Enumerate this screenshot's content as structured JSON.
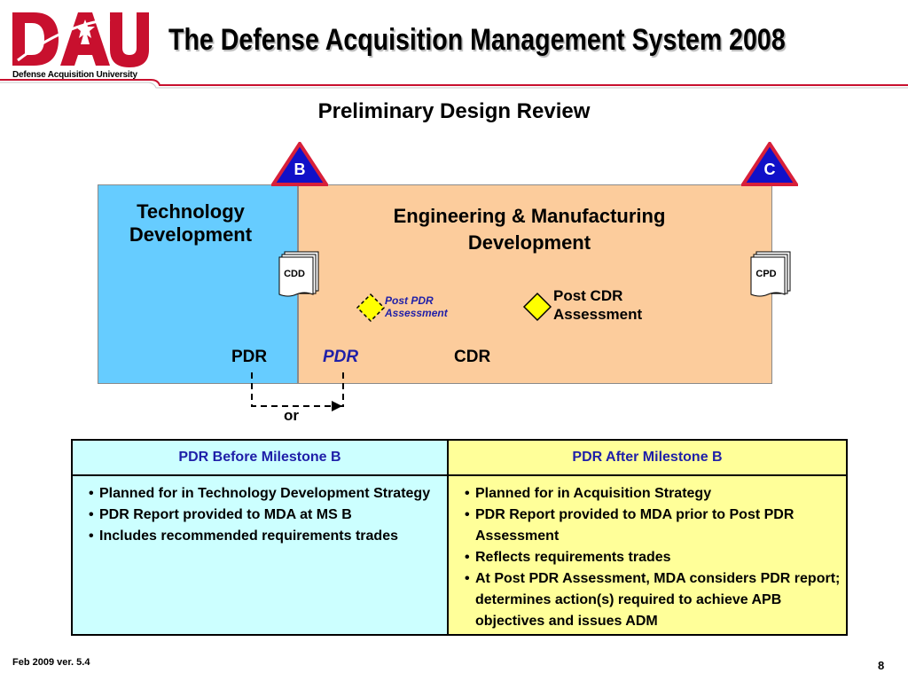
{
  "header": {
    "logo_text": "DAU",
    "logo_subtitle": "Defense Acquisition University",
    "title": "The Defense Acquisition Management System 2008"
  },
  "subtitle": "Preliminary Design Review",
  "diagram": {
    "phases": {
      "technology_development": [
        "Technology",
        "Development"
      ],
      "emd": [
        "Engineering & Manufacturing",
        "Development"
      ]
    },
    "milestones": {
      "b": "B",
      "c": "C"
    },
    "documents": {
      "cdd": "CDD",
      "cpd": "CPD"
    },
    "post_pdr_assessment": [
      "Post PDR",
      "Assessment"
    ],
    "post_cdr_assessment": [
      "Post CDR",
      "Assessment"
    ],
    "reviews": {
      "pdr_left": "PDR",
      "pdr_right": "PDR",
      "cdr": "CDR"
    },
    "or_label": "or"
  },
  "table": {
    "before": {
      "header": "PDR Before Milestone B",
      "bullets": [
        "Planned for in Technology Development Strategy",
        "PDR Report provided to MDA at MS B",
        "Includes recommended requirements trades"
      ]
    },
    "after": {
      "header": "PDR After Milestone B",
      "bullets": [
        "Planned for in Acquisition Strategy",
        "PDR Report provided to MDA prior to Post PDR Assessment",
        "Reflects requirements trades",
        "At Post PDR Assessment, MDA considers PDR report; determines action(s) required to achieve APB objectives and issues ADM"
      ]
    }
  },
  "footer": {
    "version": "Feb 2009 ver. 5.4",
    "page_number": "8"
  },
  "colors": {
    "dau_red": "#c8102e",
    "milestone_red": "#d8203a",
    "milestone_blue": "#1010c8",
    "td_blue": "#66ccff",
    "emd_peach": "#fccc9c",
    "before_cyan": "#ccffff",
    "after_yellow": "#ffff99",
    "diamond_yellow": "#ffff00",
    "link_blue": "#1f1fa8"
  }
}
